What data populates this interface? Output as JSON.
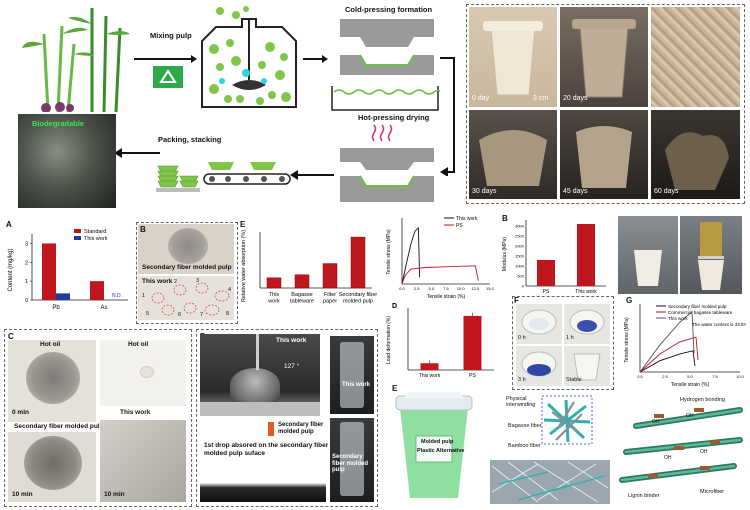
{
  "process": {
    "mixing": "Mixing pulp",
    "cold": "Cold-pressing formation",
    "hot": "Hot-pressing drying",
    "packing": "Packing, stacking",
    "biodegradable": "Biodegradable"
  },
  "degradation": {
    "days": [
      "0 day",
      "20 days",
      "30 days",
      "45 days",
      "60 days"
    ],
    "scale": "3 cm"
  },
  "panelA": {
    "letter": "A",
    "ylabel": "Content (mg/kg)",
    "legend": [
      "Standard",
      "This work"
    ],
    "categories": [
      "Pb",
      "As"
    ],
    "nd": "N.D.",
    "yticks": [
      "0",
      "1",
      "2",
      "3"
    ]
  },
  "panelB": {
    "letter": "B",
    "top": "Secondary fiber molded pulp",
    "bottom": "This work",
    "nums": [
      "1",
      "2",
      "3",
      "4",
      "5",
      "6",
      "7",
      "8"
    ]
  },
  "panelE": {
    "letter": "E",
    "ylabel": "Relative water absorption (%)",
    "categories": [
      "This work",
      "Bagasse tableware",
      "Filter paper",
      "Secondary fiber molded pulp"
    ]
  },
  "tensile": {
    "legend": [
      "This work",
      "PS"
    ],
    "ylabel": "Tensile stress (MPa)",
    "xlabel": "Tensile strain (%)",
    "xticks": [
      "0.0",
      "2.5",
      "5.0",
      "7.5",
      "10.0",
      "12.5",
      "15.0"
    ]
  },
  "modulus": {
    "letter": "B",
    "ylabel": "Modulus (MPa)",
    "categories": [
      "PS",
      "This work"
    ],
    "yticks": [
      "0",
      "500",
      "1000",
      "1500",
      "2000",
      "2500",
      "3000"
    ]
  },
  "panelC": {
    "letter": "C",
    "hot_oil": "Hot oil",
    "t0": "0 min",
    "t10": "10 min",
    "sfmp": "Secondary fiber molded pulp",
    "this_work": "This work"
  },
  "panelD": {
    "letter": "D",
    "this_work": "This work",
    "angle": "127 °",
    "sfmp": "Secondary fiber molded pulp",
    "first_drop": "1st drop absored on the secondary fiber molded pulp suface",
    "vial1": "This work",
    "vial2": "Secondary fiber molded pulp"
  },
  "loadDef": {
    "letter": "D",
    "ylabel": "Load deformation (%)",
    "categories": [
      "This work",
      "PS"
    ]
  },
  "panelF": {
    "letter": "F",
    "times": [
      "0 h",
      "1 h",
      "3 h",
      "Stable"
    ]
  },
  "panelG": {
    "letter": "G",
    "legend": [
      "Secondary fiber molded pulp",
      "Commercial bagasse tableware",
      "This work"
    ],
    "note": "The water content is 33.5%",
    "ylabel": "Tensile stress (MPa)",
    "xlabel": "Tensile strain (%)",
    "xticks": [
      "0.0",
      "2.5",
      "5.0",
      "7.5",
      "10.0"
    ]
  },
  "panelH": {
    "letter": "E",
    "cup1": "Molded pulp",
    "cup2": "Plastic Alternative",
    "phys": "Physical interwinding",
    "bagasse": "Bagasse fiber",
    "bamboo": "Bamboo fiber",
    "hbond": "Hydrogen bonding",
    "lignin": "Lignin binder",
    "micro": "Microfiber",
    "oh": "OH"
  },
  "colors": {
    "red": "#c0161e",
    "blue": "#1f3a9e",
    "green": "#74c043",
    "teal": "#27a4a4"
  },
  "chart_data": [
    {
      "type": "bar",
      "categories": [
        "Pb",
        "As"
      ],
      "series": [
        {
          "name": "Standard",
          "values": [
            3.0,
            1.0
          ]
        },
        {
          "name": "This work",
          "values": [
            0.35,
            0
          ]
        }
      ],
      "ylabel": "Content (mg/kg)",
      "ylim": [
        0,
        3.5
      ]
    },
    {
      "type": "bar",
      "categories": [
        "This work",
        "Bagasse tableware",
        "Filter paper",
        "Secondary fiber molded pulp"
      ],
      "values": [
        20,
        26,
        48,
        100
      ],
      "ylabel": "Relative water absorption (%)",
      "ylim": [
        0,
        110
      ]
    },
    {
      "type": "line",
      "series": [
        {
          "name": "This work",
          "x": [
            0,
            0.6,
            1.5,
            2.2,
            2.8,
            3.0
          ],
          "y": [
            0,
            10,
            24,
            32,
            34,
            4
          ]
        },
        {
          "name": "PS",
          "x": [
            0,
            0.5,
            1.5,
            4,
            8,
            12.5,
            13
          ],
          "y": [
            0,
            5,
            9,
            10,
            10.5,
            11,
            2
          ]
        }
      ],
      "xlabel": "Tensile strain (%)",
      "ylabel": "Tensile stress (MPa)",
      "xlim": [
        0,
        15
      ],
      "ylim": [
        0,
        40
      ]
    },
    {
      "type": "bar",
      "categories": [
        "PS",
        "This work"
      ],
      "values": [
        1300,
        3100
      ],
      "ylabel": "Modulus (MPa)",
      "ylim": [
        0,
        3300
      ]
    },
    {
      "type": "bar",
      "categories": [
        "This work",
        "PS"
      ],
      "values": [
        0.6,
        4.8
      ],
      "ylabel": "Load deformation (%)",
      "ylim": [
        0,
        5.5
      ]
    },
    {
      "type": "line",
      "series": [
        {
          "name": "Secondary fiber molded pulp",
          "x": [
            0,
            2,
            4,
            5.3,
            5.5
          ],
          "y": [
            0,
            1.5,
            2.4,
            2.8,
            0.8
          ]
        },
        {
          "name": "Commercial bagasse tableware",
          "x": [
            0,
            2,
            4,
            5.6,
            5.8
          ],
          "y": [
            0,
            2.4,
            4.0,
            4.6,
            1.6
          ]
        },
        {
          "name": "This work",
          "x": [
            0,
            2,
            4,
            5.2,
            5.4
          ],
          "y": [
            0,
            3.6,
            6.6,
            8.0,
            2.5
          ]
        }
      ],
      "xlabel": "Tensile strain (%)",
      "ylabel": "Tensile stress (MPa)",
      "xlim": [
        0,
        10
      ],
      "ylim": [
        0,
        9
      ]
    }
  ]
}
